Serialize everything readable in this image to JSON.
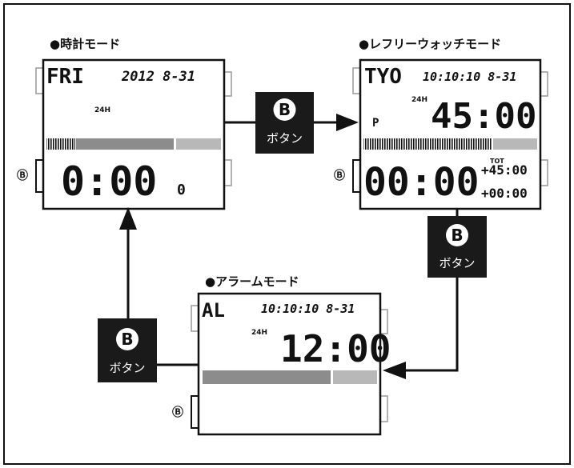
{
  "clock": {
    "title": "●時計モード",
    "day": "FRI",
    "date": "2012  8-31",
    "format": "24H",
    "time": "0:00",
    "seconds": "0"
  },
  "referee": {
    "title": "●レフリーウォッチモード",
    "city": "TYO",
    "date": "10:10:10  8-31",
    "format": "24H",
    "time": "45:00",
    "indicator": "P",
    "timer": "00:00",
    "tot_label": "TOT",
    "tot_value": "+45:00",
    "extra": "+00:00"
  },
  "alarm": {
    "title": "●アラームモード",
    "label": "AL",
    "date": "10:10:10  8-31",
    "format": "24H",
    "time": "12:00"
  },
  "button": {
    "letter": "B",
    "label": "ボタン"
  },
  "side_button": "Ⓑ",
  "colors": {
    "bar": "#8c8c8c",
    "bar_light": "#b8b8b8",
    "button_bg": "#1a1a1a"
  }
}
